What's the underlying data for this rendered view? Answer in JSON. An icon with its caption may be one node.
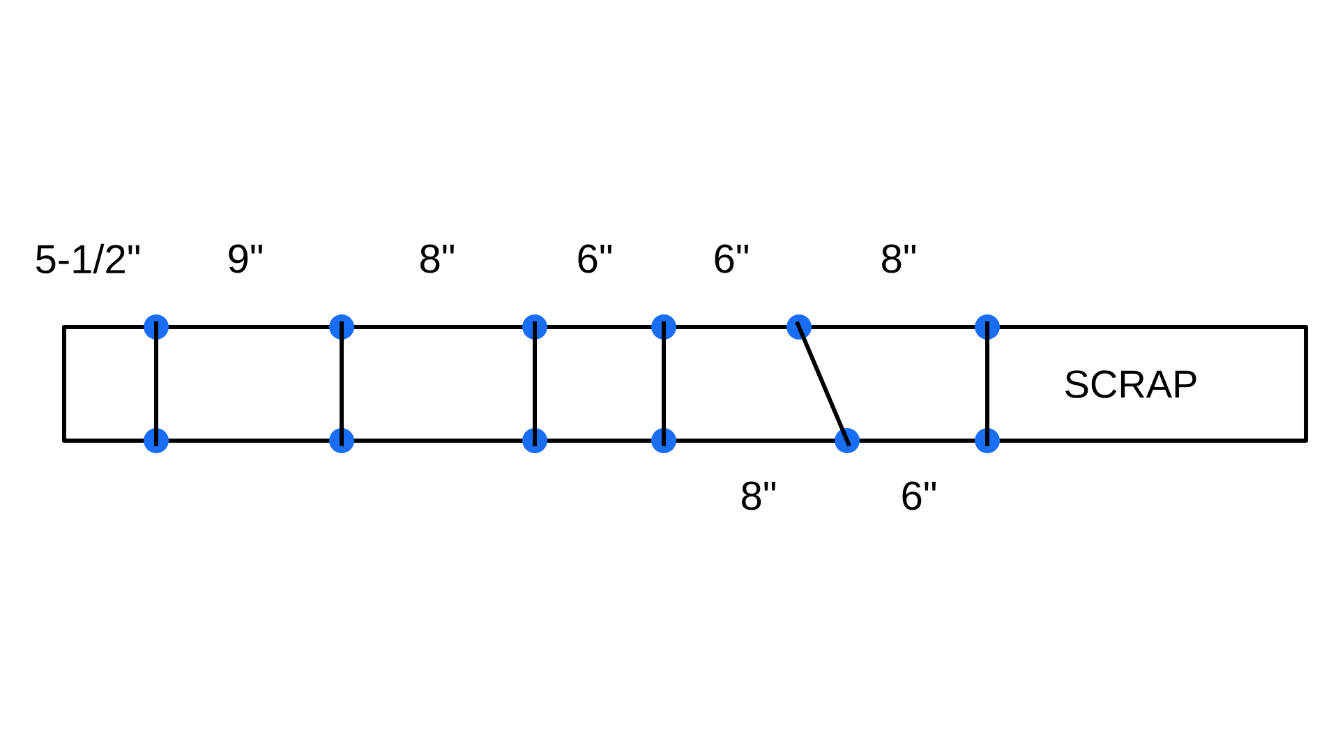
{
  "diagram": {
    "nodes": [
      {
        "text": [],
        "shape": "circle"
      },
      {
        "text": [],
        "shape": "circle"
      },
      {
        "text": [],
        "shape": "circle"
      },
      {
        "text": [],
        "shape": "circle"
      },
      {
        "text": [],
        "shape": "circle"
      },
      {
        "text": [],
        "shape": "circle"
      },
      {
        "text": [],
        "shape": "circle"
      },
      {
        "text": [],
        "shape": "circle"
      },
      {
        "text": [],
        "shape": "circle"
      },
      {
        "text": [],
        "shape": "circle"
      },
      {
        "text": [],
        "shape": "circle"
      },
      {
        "text": [],
        "shape": "circle"
      }
    ],
    "edges": [
      {
        "from": 0,
        "to": 6,
        "arrow": "none"
      },
      {
        "from": 1,
        "to": 7,
        "arrow": "none"
      },
      {
        "from": 2,
        "to": 8,
        "arrow": "none"
      },
      {
        "from": 3,
        "to": 9,
        "arrow": "none"
      },
      {
        "from": 4,
        "to": 10,
        "arrow": "none"
      },
      {
        "from": 5,
        "to": 11,
        "arrow": "none"
      }
    ],
    "labels": [
      "5-1/2\"",
      "9\"",
      "8\"",
      "6\"",
      "6\"",
      "8\"",
      "SCRAP",
      "8\"",
      "6\""
    ]
  }
}
